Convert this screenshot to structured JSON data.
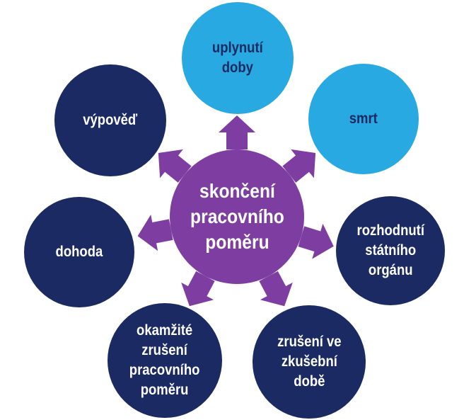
{
  "diagram": {
    "type": "hub-spoke",
    "center": {
      "id": "skonceni-pracovniho-pomeru",
      "label": "skončení\npracovního\npoměru"
    },
    "nodes": [
      {
        "id": "uplynuti-doby",
        "label": "uplynutí\ndoby",
        "color": "#29a9e1"
      },
      {
        "id": "smrt",
        "label": "smrt",
        "color": "#29a9e1"
      },
      {
        "id": "rozhodnuti-statniho-organu",
        "label": "rozhodnutí\nstátního\norgánu",
        "color": "#1b2a63"
      },
      {
        "id": "zruseni-ve-zkusebni-dobe",
        "label": "zrušení ve\nzkušební\ndobě",
        "color": "#1b2a63"
      },
      {
        "id": "okamzite-zruseni-pracovniho-pomeru",
        "label": "okamžité\nzrušení\npracovního\npoměru",
        "color": "#1b2a63"
      },
      {
        "id": "dohoda",
        "label": "dohoda",
        "color": "#1b2a63"
      },
      {
        "id": "vypoved",
        "label": "výpověď",
        "color": "#1b2a63"
      }
    ],
    "colors": {
      "hub_purple": "#7e3ea1",
      "arrow_purple": "#7e3ea1",
      "light_blue": "#29a9e1",
      "navy": "#1b2a63",
      "label_on_dark": "#ffffff",
      "label_on_blue": "#1b2a63",
      "background": "#ffffff"
    }
  }
}
